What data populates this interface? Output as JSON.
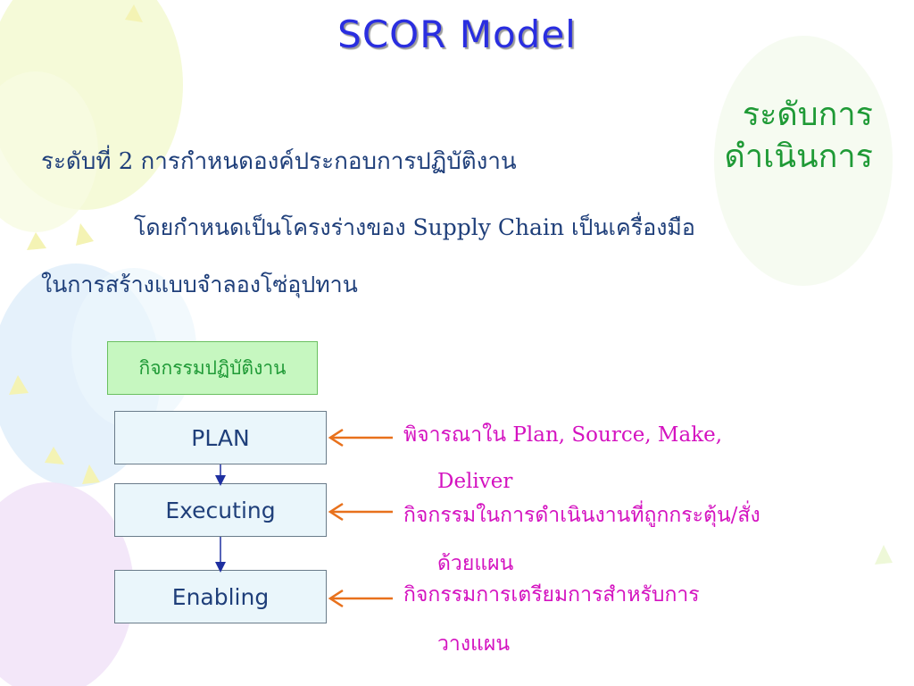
{
  "slide": {
    "title": "SCOR  Model",
    "side_label_line1": "ระดับการ",
    "side_label_line2": "ดำเนินการ",
    "subtitle": "ระดับที่ 2 การกำหนดองค์ประกอบการปฏิบัติงาน",
    "body_line1": "โดยกำหนดเป็นโครงร่างของ Supply Chain เป็นเครื่องมือ",
    "body_line2": "ในการสร้างแบบจำลองโซ่อุปทาน"
  },
  "diagram": {
    "header": "กิจกรรมปฏิบัติงาน",
    "steps": [
      {
        "label": "PLAN",
        "desc_line1": "พิจารณาใน Plan, Source, Make,",
        "desc_line2": "Deliver"
      },
      {
        "label": "Executing",
        "desc_line1": "กิจกรรมในการดำเนินงานที่ถูกกระตุ้น/สั่ง",
        "desc_line2": "ด้วยแผน"
      },
      {
        "label": "Enabling",
        "desc_line1": "กิจกรรมการเตรียมการสำหรับการ",
        "desc_line2": "วางแผน"
      }
    ]
  },
  "colors": {
    "title": "#2a2ee0",
    "side_label": "#1f9a36",
    "body_text": "#1f3f7a",
    "description": "#d412c0",
    "arrow": "#e8711c",
    "flow_arrow": "#1e2fa0"
  }
}
